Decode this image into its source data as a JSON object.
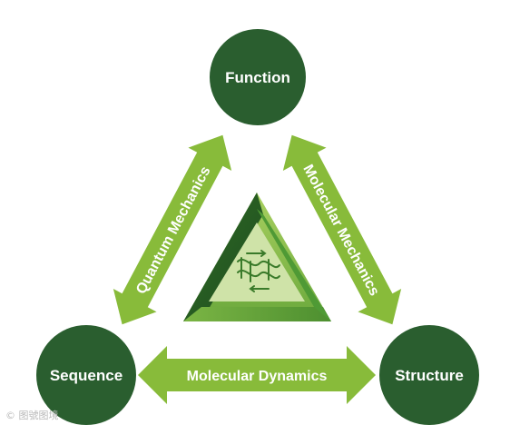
{
  "colors": {
    "node_fill": "#2a5e2f",
    "arrow_fill": "#88bb3a",
    "center_dark": "#3b7a2a",
    "center_mid": "#5fa13a",
    "center_light": "#cfe3a8",
    "label_text": "#ffffff"
  },
  "nodes": {
    "function": "Function",
    "sequence": "Sequence",
    "structure": "Structure"
  },
  "arrows": {
    "left": "Quantum Mechanics",
    "right": "Molecular Mechanics",
    "bottom": "Molecular Dynamics"
  },
  "center": {
    "icon": "dna-helix-cycle-icon"
  },
  "watermark": {
    "text": "© 图號图境",
    "icon": "watermark-logo"
  }
}
